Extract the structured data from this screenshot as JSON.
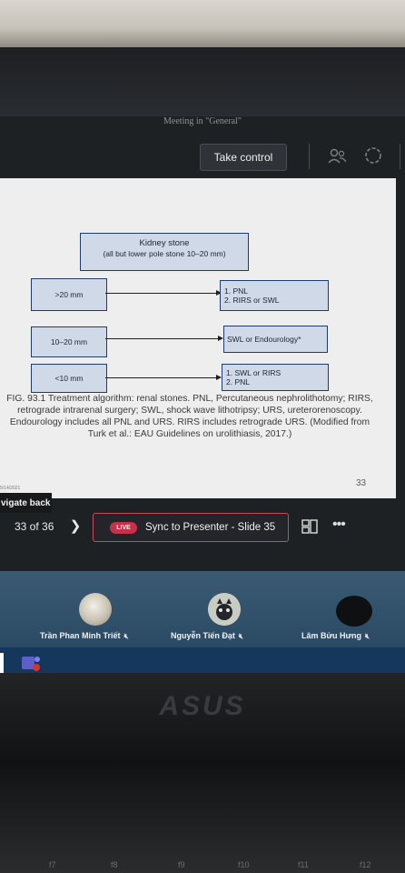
{
  "window": {
    "meeting_title": "Meeting in \"General\"",
    "take_control_label": "Take control"
  },
  "slide": {
    "kidney_box": {
      "line1": "Kidney stone",
      "line2": "(all but lower pole stone 10–20 mm)"
    },
    "size_boxes": [
      ">20 mm",
      "10–20 mm",
      "<10 mm"
    ],
    "treatment_gt20": [
      "1. PNL",
      "2. RIRS or SWL"
    ],
    "treatment_10_20": "SWL or Endourology*",
    "treatment_lt10": [
      "1. SWL or RIRS",
      "2. PNL"
    ],
    "caption": "FIG. 93.1  Treatment algorithm: renal stones. PNL, Percutaneous nephrolithotomy; RIRS, retrograde intrarenal surgery; SWL, shock wave lithotripsy; URS, ureterorenoscopy. Endourology includes all PNL and URS. RIRS includes retrograde URS. (Modified from Turk et al.: EAU Guidelines on urolithiasis, 2017.)",
    "page_number": "33",
    "date_stamp": "5/14/2021"
  },
  "controls": {
    "navigate_back": "vigate back",
    "page_count": "33 of 36",
    "next_symbol": "❯",
    "live_badge": "LIVE",
    "sync_label": "Sync to Presenter - Slide 35",
    "more_symbol": "•••"
  },
  "participants": [
    {
      "name": "Trần Phan Minh Triết",
      "status_icon": "mic-off-icon"
    },
    {
      "name": "Nguyễn Tiến Đạt",
      "status_icon": "mic-off-icon"
    },
    {
      "name": "Lâm Bửu Hưng",
      "status_icon": "mic-off-icon"
    }
  ],
  "laptop": {
    "brand": "ASUS",
    "fkeys": [
      "f7",
      "f8",
      "f9",
      "f10",
      "f11",
      "f12"
    ]
  },
  "colors": {
    "sync_border": "#c84b5b",
    "live_badge": "#c4314b",
    "flow_box_fill": "#cfd9e7"
  }
}
